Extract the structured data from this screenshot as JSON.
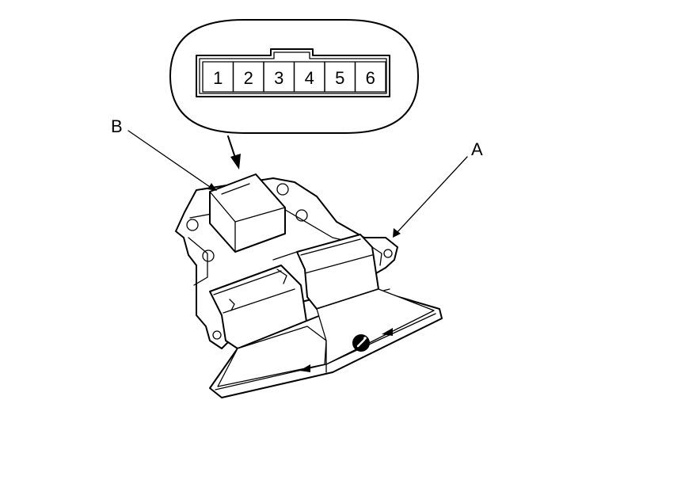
{
  "connector": {
    "pins": [
      "1",
      "2",
      "3",
      "4",
      "5",
      "6"
    ]
  },
  "callouts": {
    "a": "A",
    "b": "B"
  },
  "colors": {
    "line": "#000000",
    "background": "#ffffff"
  },
  "icons": {
    "up_arrow_left": "triangle-up",
    "up_arrow_right": "triangle-up",
    "indicator": "info-icon"
  }
}
